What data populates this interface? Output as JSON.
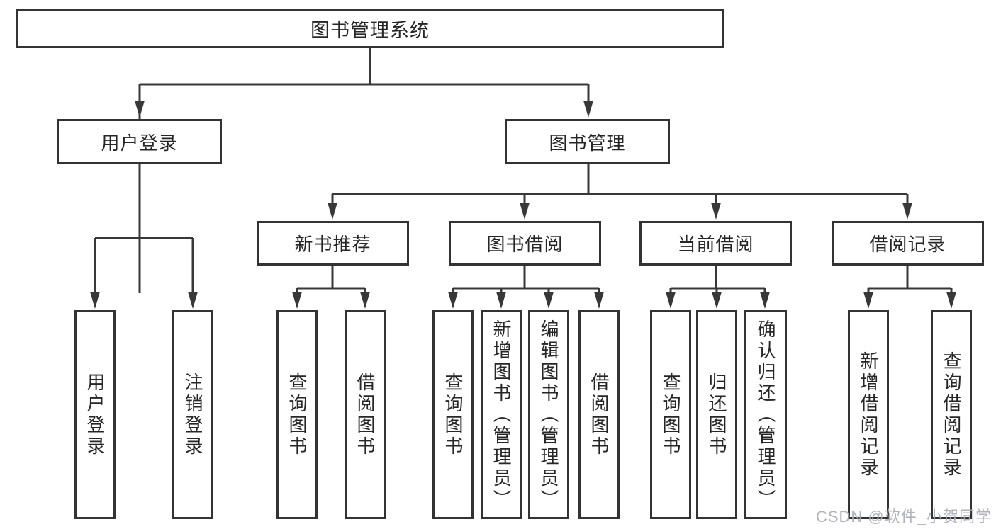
{
  "diagram": {
    "root": {
      "label": "图书管理系统"
    },
    "level2": [
      {
        "label": "用户登录"
      },
      {
        "label": "图书管理"
      }
    ],
    "level3": [
      {
        "label": "新书推荐"
      },
      {
        "label": "图书借阅"
      },
      {
        "label": "当前借阅"
      },
      {
        "label": "借阅记录"
      }
    ],
    "leaves": {
      "user_login": [
        {
          "label": "用户登录"
        },
        {
          "label": "注销登录"
        }
      ],
      "new_book_rec": [
        {
          "label": "查询图书"
        },
        {
          "label": "借阅图书"
        }
      ],
      "book_borrow": [
        {
          "label": "查询图书"
        },
        {
          "label": "新增图书（管理员）"
        },
        {
          "label": "编辑图书（管理员）"
        },
        {
          "label": "借阅图书"
        }
      ],
      "current_borrow": [
        {
          "label": "查询图书"
        },
        {
          "label": "归还图书"
        },
        {
          "label": "确认归还（管理员）"
        }
      ],
      "borrow_records": [
        {
          "label": "新增借阅记录"
        },
        {
          "label": "查询借阅记录"
        }
      ]
    }
  },
  "watermark": "CSDN @软件_小贺同学",
  "colors": {
    "line": "#383838",
    "box_border": "#333333",
    "text": "#262626",
    "watermark": "#aaacb6",
    "background": "#ffffff"
  }
}
